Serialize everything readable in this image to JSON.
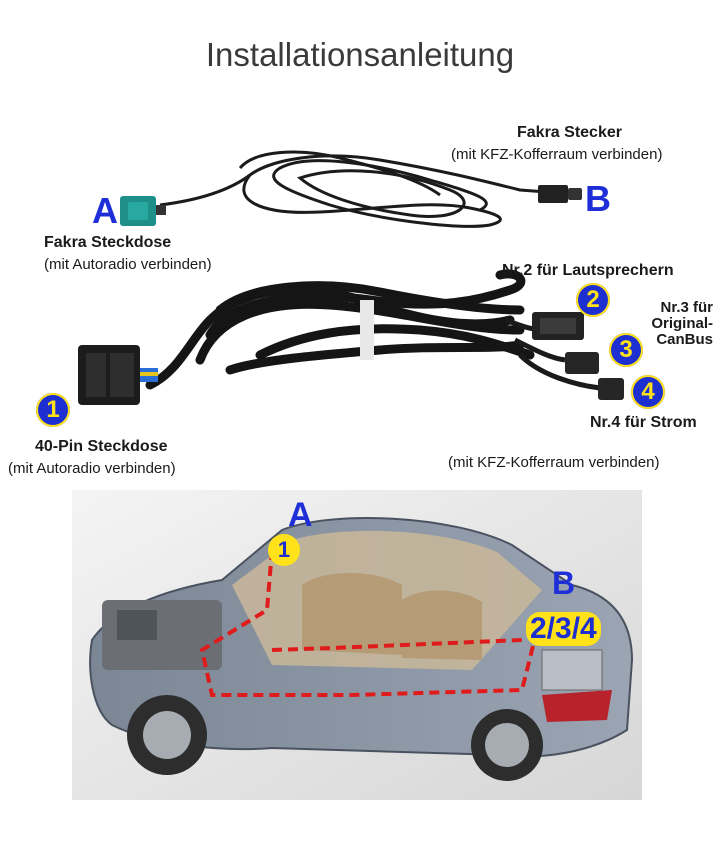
{
  "title": "Installationsanleitung",
  "cable_a": {
    "letter_a": "A",
    "letter_b": "B",
    "stecker_title": "Fakra Stecker",
    "stecker_desc": "(mit KFZ-Kofferraum verbinden)",
    "steckdose_title": "Fakra Steckdose",
    "steckdose_desc": "(mit Autoradio verbinden)"
  },
  "cable_main": {
    "badge1": "1",
    "badge2": "2",
    "badge3": "3",
    "badge4": "4",
    "label2": "Nr.2 für Lautsprechern",
    "label3_line1": "Nr.3 für",
    "label3_line2": "Original-",
    "label3_line3": "CanBus",
    "label4": "Nr.4 für Strom",
    "pin_title": "40-Pin Steckdose",
    "pin_desc": "(mit Autoradio verbinden)",
    "trunk_desc": "(mit KFZ-Kofferraum verbinden)"
  },
  "car_photo": {
    "letter_a": "A",
    "badge1": "1",
    "letter_b": "B",
    "badges_b": "2/3/4"
  }
}
